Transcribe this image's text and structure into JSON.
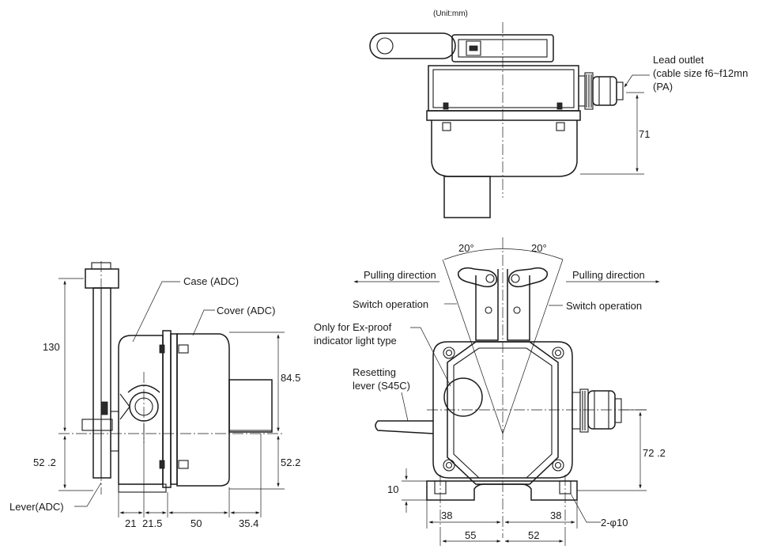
{
  "unit_note": "(Unit:mm)",
  "top_view": {
    "lead_outlet_line1": "Lead outlet",
    "lead_outlet_line2": "(cable size f6~f12mn",
    "lead_outlet_line3": "(PA)",
    "dim_71": "71"
  },
  "side_view": {
    "case_label": "Case (ADC)",
    "cover_label": "Cover (ADC)",
    "lever_label": "Lever(ADC)",
    "dim_130": "130",
    "dim_84_5": "84.5",
    "dim_52_2_left": "52 .2",
    "dim_52_2_right": "52.2",
    "dim_21": "21",
    "dim_21_5": "21.5",
    "dim_50": "50",
    "dim_35_4": "35.4"
  },
  "front_view": {
    "angle_left": "20°",
    "angle_right": "20°",
    "pull_left": "Pulling direction",
    "pull_right": "Pulling direction",
    "switch_op_left": "Switch operation",
    "switch_op_right": "Switch operation",
    "exproof_line1": "Only for Ex-proof",
    "exproof_line2": "indicator light type",
    "resetting_line1": "Resetting",
    "resetting_line2": "lever (S45C)",
    "dim_72_2": "72 .2",
    "dim_10": "10",
    "dim_38_left": "38",
    "dim_38_right": "38",
    "dim_55": "55",
    "dim_52": "52",
    "hole_label": "2-φ10"
  }
}
